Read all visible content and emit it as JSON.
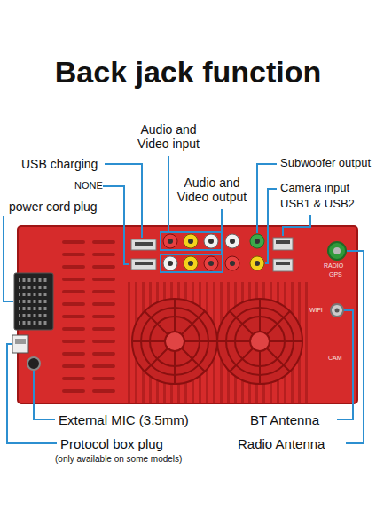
{
  "diagram": {
    "title": "Back jack function",
    "labels": [
      "Audio and Video input",
      "USB charging",
      "NONE",
      "power cord plug",
      "Audio and Video output",
      "Subwoofer output",
      "Camera input",
      "USB1 & USB2",
      "RADIO",
      "GPS",
      "WIFI",
      "CAM",
      "External MIC (3.5mm)",
      "BT Antenna",
      "Radio Antenna",
      "Protocol box plug",
      "(only available on some models)"
    ]
  }
}
